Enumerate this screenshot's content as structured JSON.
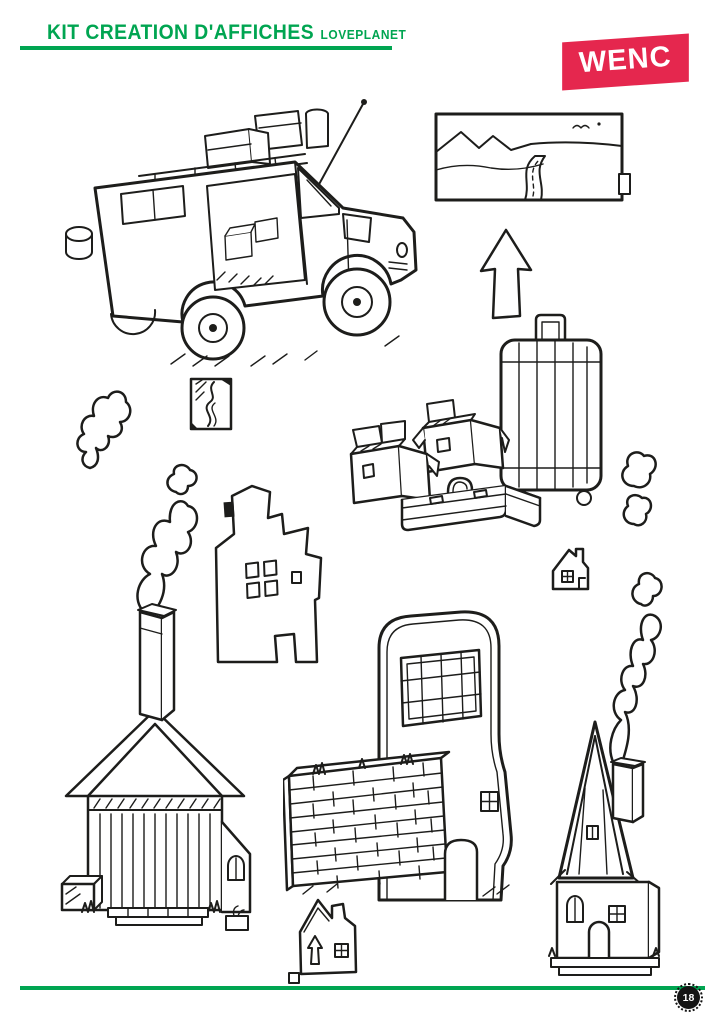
{
  "page": {
    "bg_color": "#ffffff",
    "ink_color": "#1d1d1b"
  },
  "header": {
    "title": "KIT CREATION D'AFFICHES",
    "brand": "LOVEPLANET",
    "accent_color": "#00a551"
  },
  "badge": {
    "label": "WENC",
    "bg_color": "#e5274e",
    "text_color": "#ffffff"
  },
  "footer": {
    "page_number": "18"
  },
  "illustrations": {
    "items": [
      {
        "name": "camper-van-illustration"
      },
      {
        "name": "landscape-frame-illustration"
      },
      {
        "name": "arrow-up-cutout-illustration"
      },
      {
        "name": "rolling-suitcase-illustration"
      },
      {
        "name": "cardboard-boxes-illustration"
      },
      {
        "name": "briefcase-illustration"
      },
      {
        "name": "smoke-cloud-left-illustration"
      },
      {
        "name": "stamp-illustration"
      },
      {
        "name": "tall-house-cutout-illustration"
      },
      {
        "name": "small-house-illustration"
      },
      {
        "name": "smoke-wisp-right-illustration"
      },
      {
        "name": "chapel-house-illustration"
      },
      {
        "name": "curved-building-brick-wall-illustration"
      },
      {
        "name": "church-tower-illustration"
      },
      {
        "name": "bottom-house-cutout-illustration"
      }
    ]
  }
}
